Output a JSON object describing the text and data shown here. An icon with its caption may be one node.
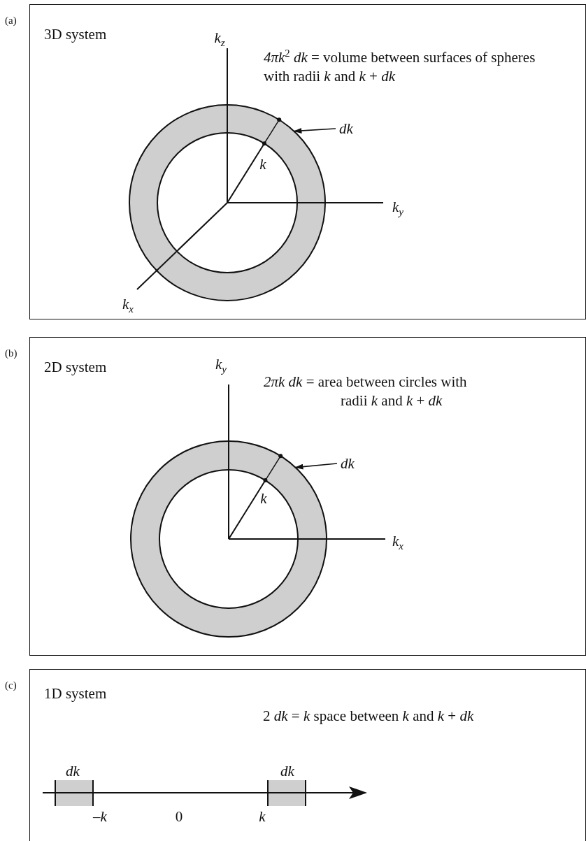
{
  "diagram": {
    "nodes": [
      {
        "text": [
          "(a)",
          "3D system",
          "*4πk*$^{2}$ *dk* = volume between surfaces of spheres with radii *k* and *k* + *dk*"
        ]
      },
      {
        "text": [
          "dk"
        ],
        "in": 0
      },
      {
        "text": [],
        "shape": "ring",
        "in": 0
      },
      {
        "text": [
          "(b)",
          "2D system",
          "*2πk dk* = area between circles with radii *k* and *k* + *dk*"
        ]
      },
      {
        "text": [
          "dk"
        ],
        "in": 3
      },
      {
        "text": [],
        "shape": "ring",
        "in": 3
      },
      {
        "text": [
          "(c)",
          "1D system",
          "2 *dk* = *k* space between *k* and *k* + *dk*"
        ]
      }
    ],
    "edges": [
      {
        "from": 1,
        "to": 2,
        "arrow": "to"
      },
      {
        "from": 4,
        "to": 5,
        "arrow": "to"
      }
    ],
    "labels": [
      "k$_{z}$",
      "k",
      "k$_{y}$",
      "k$_{x}$",
      "k$_{y}$",
      "k",
      "k$_{x}$",
      "dk",
      "dk",
      "–k",
      "0",
      "k"
    ]
  }
}
